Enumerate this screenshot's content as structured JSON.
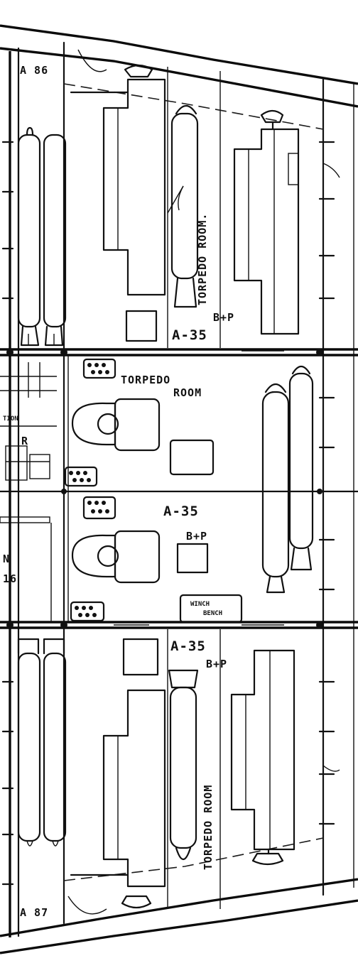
{
  "drawing": {
    "ink_color": "#111111",
    "paper_color": "#ffffff"
  },
  "labels": {
    "frame_top": "A 86",
    "frame_bottom": "A 87",
    "torpedo_room_upper": "TORPEDO ROOM.",
    "torpedo_room_mid_line1": "TORPEDO",
    "torpedo_room_mid_line2": "ROOM",
    "torpedo_room_lower": "TORPEDO ROOM",
    "btp_upper": "B+P",
    "btp_mid": "B+P",
    "btp_lower": "B+P",
    "a35_upper": "A-35",
    "a35_mid": "A-35",
    "a35_lower": "A-35",
    "station_fragment": "TION",
    "fragment_r": "R",
    "fragment_16": "16",
    "fragment_n": "N",
    "winch_label": "WINCH",
    "bench_label": "BENCH"
  }
}
